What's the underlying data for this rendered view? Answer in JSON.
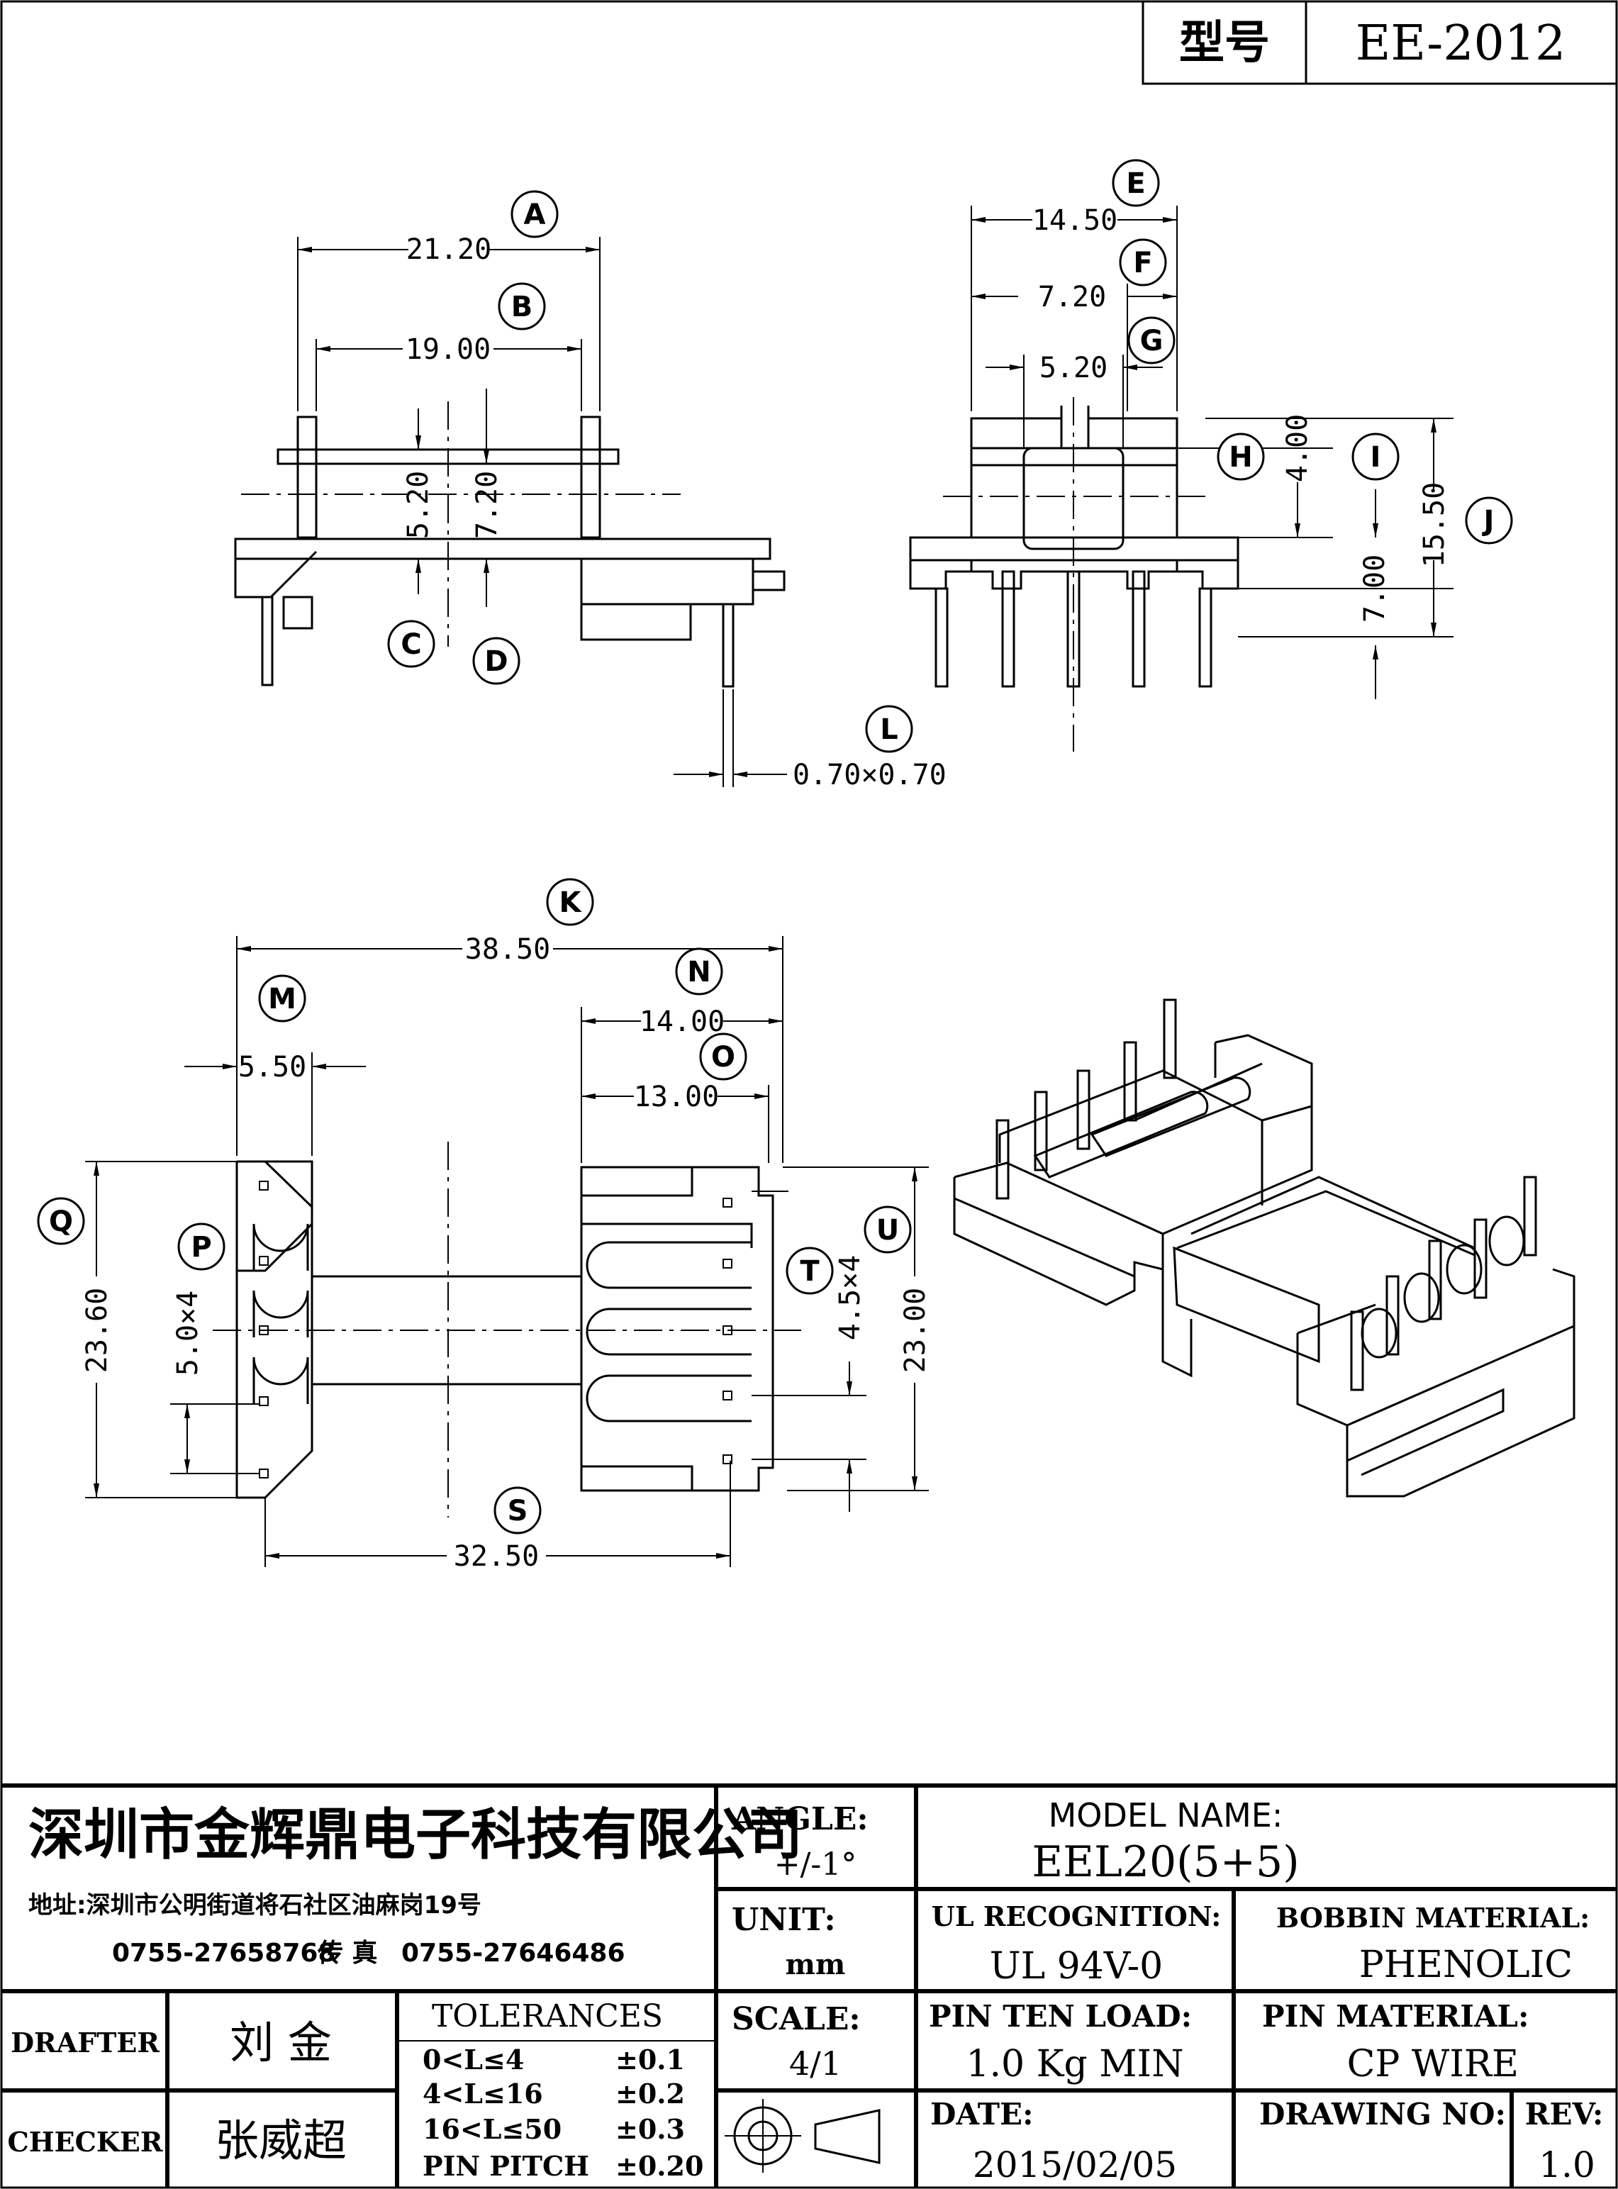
{
  "header": {
    "model_label": "型号",
    "model_value": "EE-2012"
  },
  "dims": {
    "A": "21.20",
    "B": "19.00",
    "C": "5.20",
    "D": "7.20",
    "E": "14.50",
    "F": "7.20",
    "G": "5.20",
    "H": "4.00",
    "I": "7.00",
    "J": "15.50",
    "L": "0.70×0.70",
    "K": "38.50",
    "M": "5.50",
    "N": "14.00",
    "O": "13.00",
    "P": "5.0×4",
    "Q": "23.60",
    "S": "32.50",
    "T": "4.5×4",
    "U": "23.00"
  },
  "labels": [
    "A",
    "B",
    "C",
    "D",
    "E",
    "F",
    "G",
    "H",
    "I",
    "J",
    "K",
    "L",
    "M",
    "N",
    "O",
    "P",
    "Q",
    "S",
    "T",
    "U"
  ],
  "title_block": {
    "company": "深圳市金辉鼎电子科技有限公司",
    "address": "地址:深圳市公明街道将石社区油麻岗19号",
    "phone": "0755-27658768",
    "fax_label": "传 真",
    "fax": "0755-27646486",
    "angle_label": "ANGLE:",
    "angle_value": "+/-1°",
    "model_name_label": "MODEL NAME:",
    "model_name_value": "EEL20(5+5)",
    "unit_label": "UNIT:",
    "unit_value": "mm",
    "ul_label": "UL RECOGNITION:",
    "ul_value": "UL 94V-0",
    "bobbin_label": "BOBBIN MATERIAL:",
    "bobbin_value": "PHENOLIC",
    "drafter_label": "DRAFTER",
    "drafter_value": "刘 金",
    "checker_label": "CHECKER",
    "checker_value": "张威超",
    "tolerances_label": "TOLERANCES",
    "tolerances": [
      {
        "range": "0<L≤4",
        "value": "±0.1"
      },
      {
        "range": "4<L≤16",
        "value": "±0.2"
      },
      {
        "range": "16<L≤50",
        "value": "±0.3"
      },
      {
        "range": "PIN PITCH",
        "value": "±0.20"
      }
    ],
    "scale_label": "SCALE:",
    "scale_value": "4/1",
    "pin_load_label": "PIN TEN LOAD:",
    "pin_load_value": "1.0 Kg MIN",
    "pin_material_label": "PIN MATERIAL:",
    "pin_material_value": "CP WIRE",
    "date_label": "DATE:",
    "date_value": "2015/02/05",
    "drawing_no_label": "DRAWING NO:",
    "drawing_no_value": "",
    "rev_label": "REV:",
    "rev_value": "1.0"
  }
}
